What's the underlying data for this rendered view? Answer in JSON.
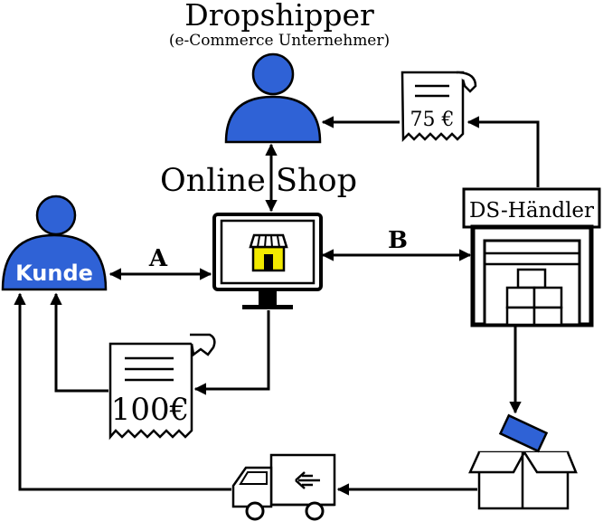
{
  "title": "Dropshipper",
  "subtitle": "(e-Commerce Unternehmer)",
  "shop_label": "Online Shop",
  "customer_label": "Kunde",
  "dealer_label": "DS-Händler",
  "flow_a_label": "A",
  "flow_b_label": "B",
  "receipt_dealer_amount": "75 €",
  "receipt_customer_amount": "100€",
  "colors": {
    "person_fill": "#2f62d6",
    "stroke": "#000000",
    "background": "#ffffff",
    "shop_icon_fill": "#f2ea00"
  }
}
